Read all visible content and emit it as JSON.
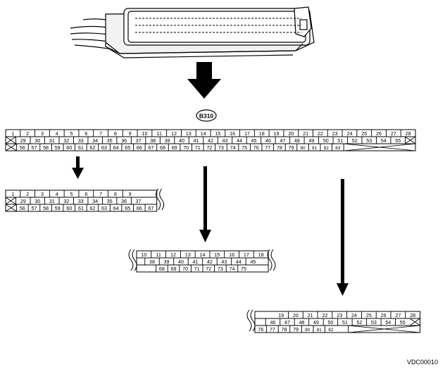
{
  "connector_id": "B310",
  "figure_code": "VDC00010",
  "pin_rows": {
    "row1": [
      "1",
      "2",
      "3",
      "4",
      "5",
      "6",
      "7",
      "8",
      "9",
      "10",
      "11",
      "12",
      "13",
      "14",
      "15",
      "16",
      "17",
      "18",
      "19",
      "20",
      "21",
      "22",
      "23",
      "24",
      "25",
      "26",
      "27",
      "28"
    ],
    "row2": [
      "29",
      "30",
      "31",
      "32",
      "33",
      "34",
      "35",
      "36",
      "37",
      "38",
      "39",
      "40",
      "41",
      "42",
      "43",
      "44",
      "45",
      "46",
      "47",
      "48",
      "49",
      "50",
      "51",
      "52",
      "53",
      "54",
      "55"
    ],
    "row3": [
      "56",
      "57",
      "58",
      "59",
      "60",
      "61",
      "62",
      "63",
      "64",
      "65",
      "66",
      "67",
      "68",
      "69",
      "70",
      "71",
      "72",
      "73",
      "74",
      "75",
      "76",
      "77",
      "78",
      "79",
      "80",
      "81",
      "82",
      "83"
    ]
  },
  "sections": {
    "left": {
      "r1": [
        0,
        9
      ],
      "r2": [
        0,
        9
      ],
      "r3": [
        0,
        12
      ]
    },
    "middle": {
      "r1": [
        9,
        18
      ],
      "r2": [
        9,
        17
      ],
      "r3": [
        12,
        20
      ]
    },
    "right": {
      "r1": [
        18,
        27
      ],
      "r2": [
        17,
        27
      ],
      "r3": [
        20,
        27
      ]
    }
  },
  "colors": {
    "line": "#000000",
    "background": "#ffffff"
  }
}
